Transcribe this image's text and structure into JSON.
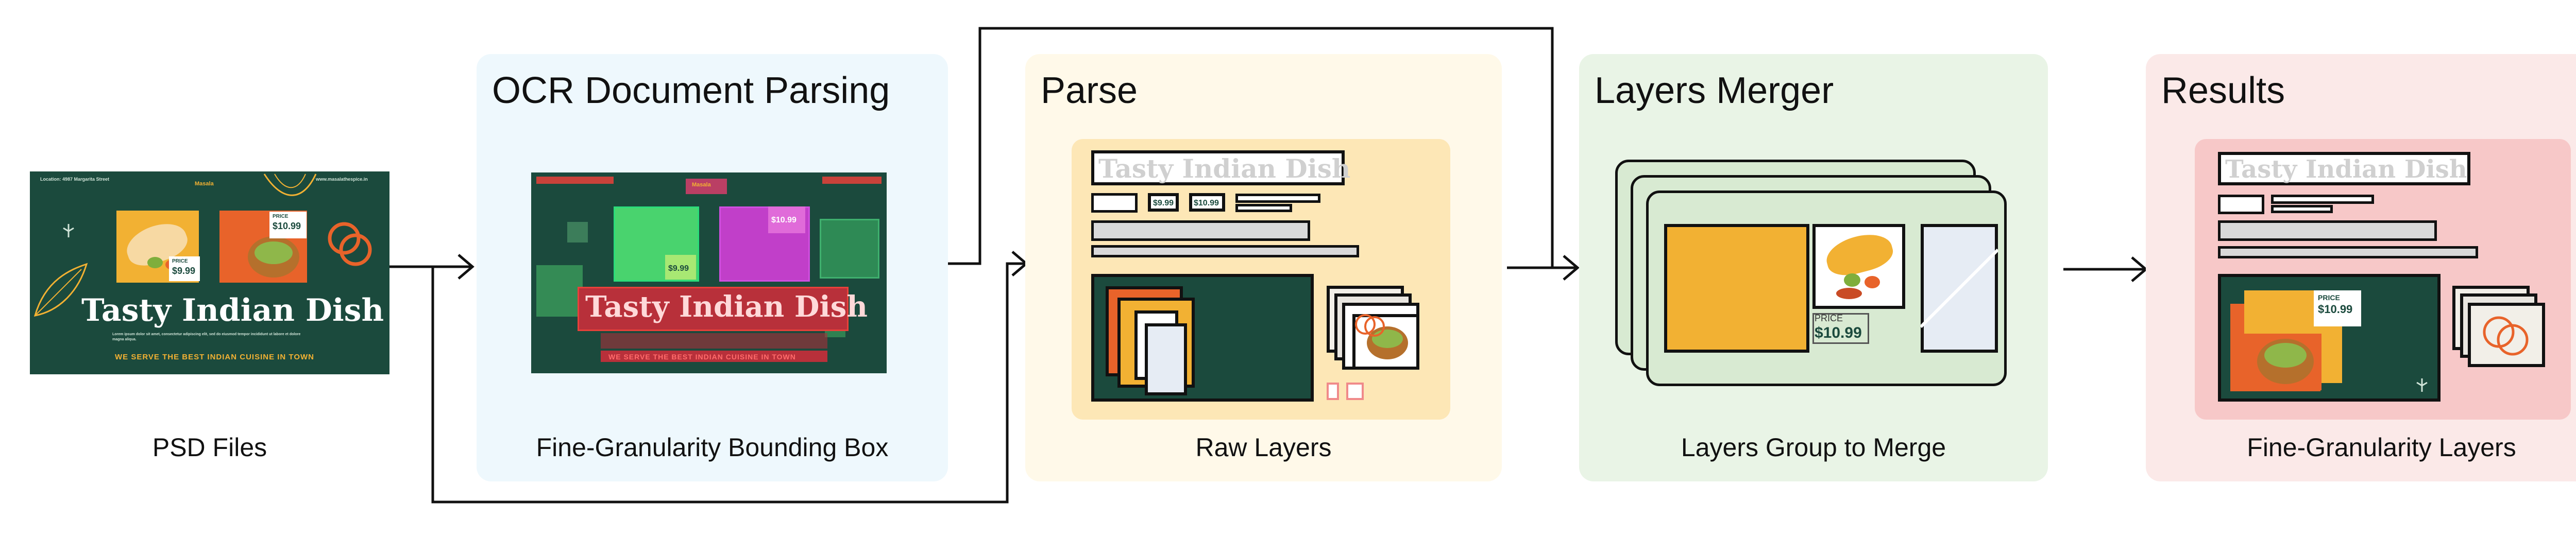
{
  "psd": {
    "caption": "PSD Files",
    "header_left": "Location: 4987 Margarita Street",
    "header_logo": "Masala",
    "header_right": "www.masalathespice.in",
    "headline": "Tasty Indian Dish",
    "body_text": "Lorem ipsum dolor sit amet, consectetur adipiscing elit, sed do eiusmod tempor incididunt ut labore et dolore magna aliqua.",
    "price_label_1": "PRICE",
    "price_value_1": "$9.99",
    "price_label_2": "PRICE",
    "price_value_2": "$10.99",
    "tagline": "WE SERVE THE BEST INDIAN CUISINE IN TOWN"
  },
  "ocr": {
    "title": "OCR Document Parsing",
    "caption": "Fine-Granularity Bounding Box",
    "headline": "Tasty Indian Dish",
    "tagline": "WE SERVE THE BEST INDIAN CUISINE IN TOWN",
    "price_value_1": "$9.99",
    "price_value_2": "$10.99",
    "header_logo": "Masala"
  },
  "parse": {
    "title": "Parse",
    "caption": "Raw Layers",
    "headline": "Tasty Indian Dish",
    "price_value_1": "$9.99",
    "price_value_2": "$10.99"
  },
  "merger": {
    "title": "Layers Merger",
    "caption": "Layers Group to Merge",
    "price_label": "PRICE",
    "price_value": "$10.99"
  },
  "results": {
    "title": "Results",
    "caption": "Fine-Granularity Layers",
    "headline": "Tasty Indian Dish",
    "price_label": "PRICE",
    "price_value": "$10.99"
  },
  "colors": {
    "poster_green": "#1b4a3d",
    "ocr_bg": "#eef8fd",
    "parse_bg": "#fff9e9",
    "parse_inner": "#fde7b6",
    "merger_bg": "#e9f4e6",
    "merger_card": "#d8ead2",
    "results_bg": "#fbe9e8",
    "results_inner": "#f7c8c8",
    "orange": "#f2b133",
    "red_orange": "#e8632a",
    "arrow": "#111111"
  }
}
